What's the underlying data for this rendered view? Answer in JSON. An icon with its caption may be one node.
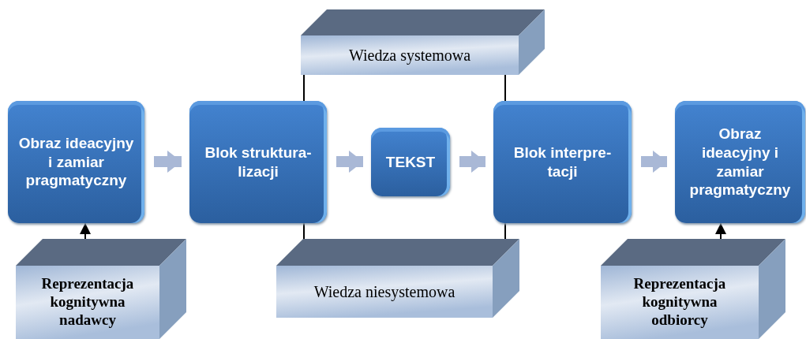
{
  "diagram": {
    "nodes": [
      {
        "text": [
          "Obraz ideacyjny i zamiar pragmatyczny"
        ]
      },
      {
        "text": [
          "Blok struktura- lizacji"
        ]
      },
      {
        "text": [
          "TEKST"
        ]
      },
      {
        "text": [
          "Blok interpre- tacji"
        ]
      },
      {
        "text": [
          "Obraz ideacyjny i zamiar pragmatyczny"
        ]
      },
      {
        "text": [
          "Wiedza systemowa"
        ]
      },
      {
        "text": [
          "Wiedza niesystemowa"
        ]
      },
      {
        "text": [
          "Reprezentacja kognitywna nadawcy"
        ]
      },
      {
        "text": [
          "Reprezentacja kognitywna odbiorcy"
        ]
      }
    ],
    "edges": [
      {
        "from": 0,
        "to": 1,
        "arrow": "to",
        "style": "thick",
        "color": "#a9b8d6"
      },
      {
        "from": 1,
        "to": 2,
        "arrow": "to",
        "style": "thick",
        "color": "#a9b8d6"
      },
      {
        "from": 2,
        "to": 3,
        "arrow": "to",
        "style": "thick",
        "color": "#a9b8d6"
      },
      {
        "from": 3,
        "to": 4,
        "arrow": "to",
        "style": "thick",
        "color": "#a9b8d6"
      },
      {
        "from": 7,
        "to": 0,
        "arrow": "to"
      },
      {
        "from": 8,
        "to": 4,
        "arrow": "to"
      },
      {
        "from": 5,
        "to": 1,
        "arrow": "none"
      },
      {
        "from": 5,
        "to": 3,
        "arrow": "none"
      },
      {
        "from": 1,
        "to": 6,
        "arrow": "none"
      },
      {
        "from": 3,
        "to": 6,
        "arrow": "none"
      }
    ]
  }
}
